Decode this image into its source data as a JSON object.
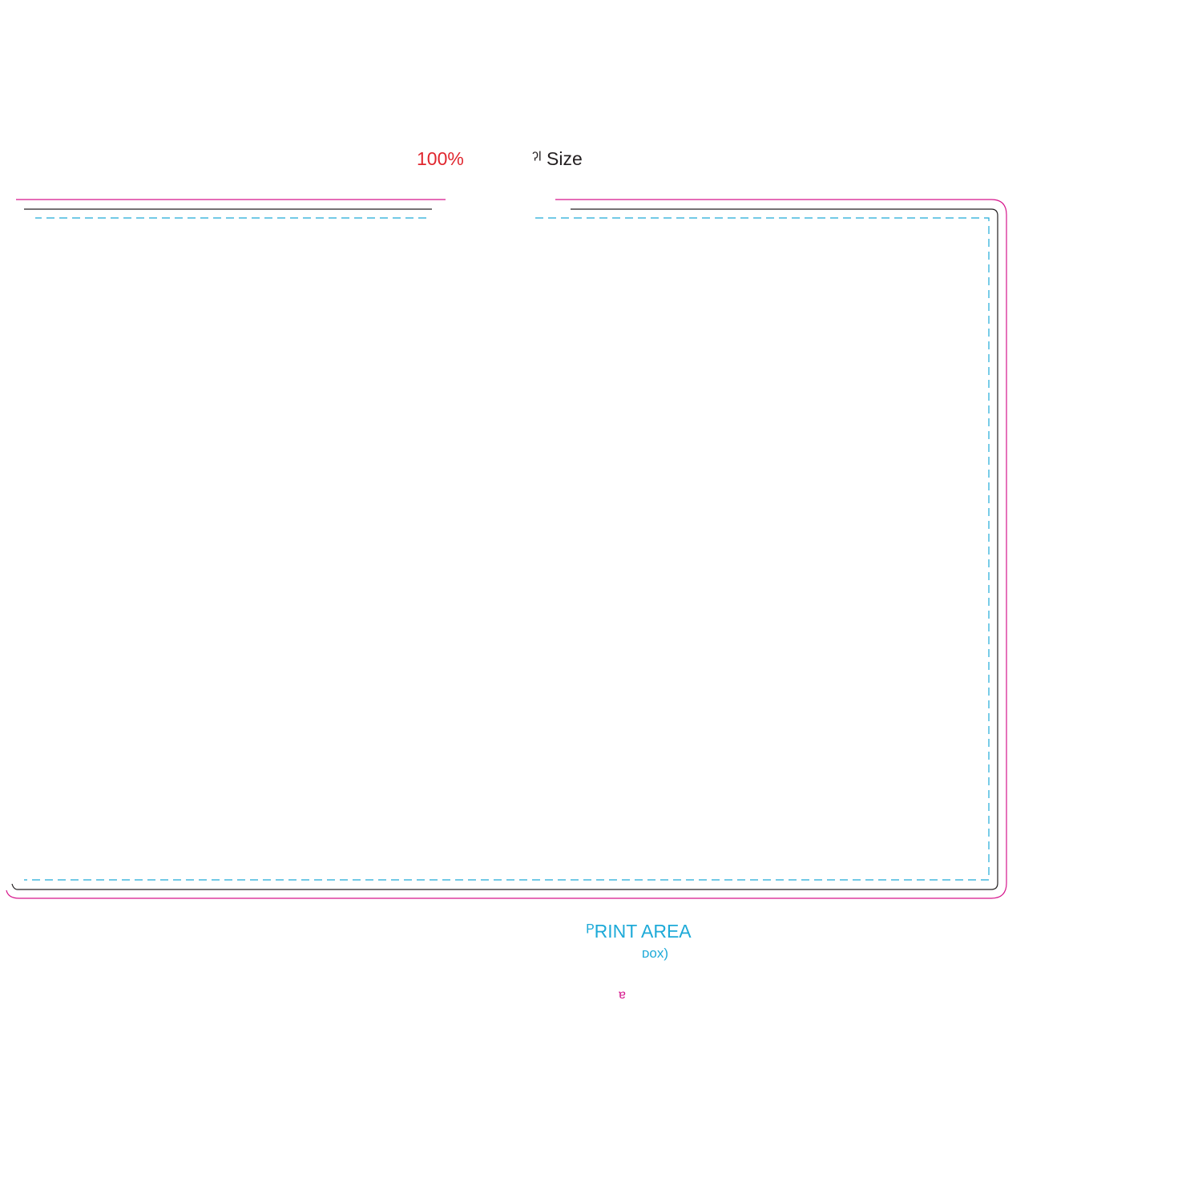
{
  "header": {
    "scale_percent": "100%",
    "size_text": "ˀˡ Size"
  },
  "print_area": {
    "title": "ᴾRINT AREA",
    "subtitle": "ᴅox)"
  },
  "bleed": {
    "fragment": "ɐ"
  },
  "colors": {
    "scale_percent": "#e0262e",
    "bleed_line": "#d6168c",
    "trim_line": "#231f20",
    "safe_area_line": "#1eaad8",
    "print_area_text": "#1eaad8",
    "bleed_text": "#d6168c"
  }
}
